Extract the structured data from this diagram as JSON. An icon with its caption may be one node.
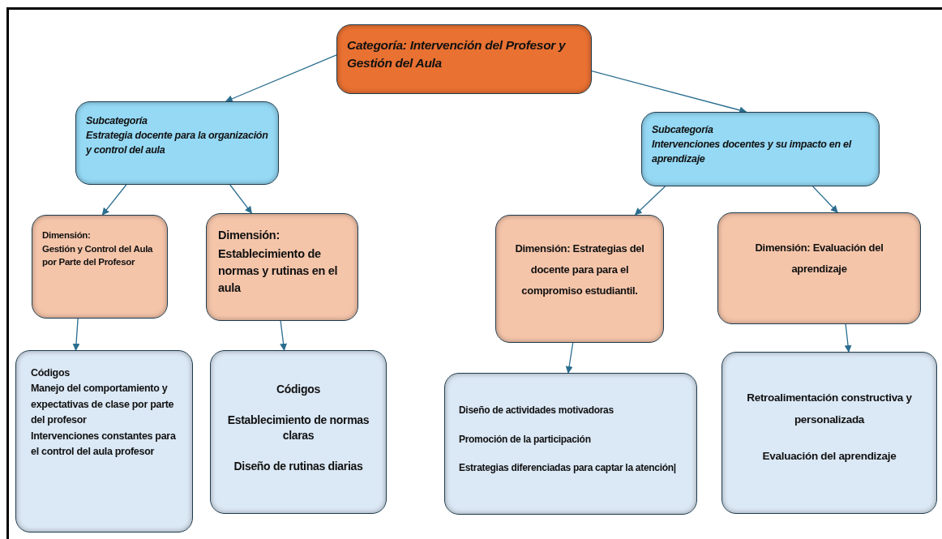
{
  "diagram": {
    "nodes": [
      {
        "text": [
          "Categoría: Intervención del Profesor y Gestión del Aula"
        ]
      },
      {
        "text": [
          "Subcategoría",
          "Estrategia docente para la organización y control del aula"
        ]
      },
      {
        "text": [
          "Subcategoría",
          "Intervenciones docentes y su impacto en el aprendizaje"
        ]
      },
      {
        "text": [
          "Dimensión:",
          "Gestión y Control del Aula por Parte del Profesor"
        ]
      },
      {
        "text": [
          "Dimensión:",
          "Establecimiento de normas y rutinas en el aula"
        ]
      },
      {
        "text": [
          "Dimensión: Estrategias del docente para para el compromiso estudiantil."
        ]
      },
      {
        "text": [
          "Dimensión: Evaluación del aprendizaje"
        ]
      },
      {
        "text": [
          "Códigos",
          "Manejo del comportamiento y expectativas de clase por parte del profesor",
          "Intervenciones constantes para el control del aula profesor"
        ]
      },
      {
        "text": [
          "Códigos",
          "Establecimiento de normas claras",
          "Diseño de rutinas diarias"
        ]
      },
      {
        "text": [
          "Diseño de actividades motivadoras",
          "Promoción de la participación",
          "Estrategias diferenciadas para captar la atención|"
        ]
      },
      {
        "text": [
          "Retroalimentación constructiva y personalizada",
          "Evaluación del aprendizaje"
        ]
      }
    ],
    "edges": [
      {
        "from": 0,
        "to": 1,
        "arrow": "to"
      },
      {
        "from": 0,
        "to": 2,
        "arrow": "to"
      },
      {
        "from": 1,
        "to": 3,
        "arrow": "to"
      },
      {
        "from": 1,
        "to": 4,
        "arrow": "to"
      },
      {
        "from": 2,
        "to": 5,
        "arrow": "to"
      },
      {
        "from": 2,
        "to": 6,
        "arrow": "to"
      },
      {
        "from": 3,
        "to": 7,
        "arrow": "to"
      },
      {
        "from": 4,
        "to": 8,
        "arrow": "to"
      },
      {
        "from": 5,
        "to": 9,
        "arrow": "to"
      },
      {
        "from": 6,
        "to": 10,
        "arrow": "to"
      }
    ]
  }
}
